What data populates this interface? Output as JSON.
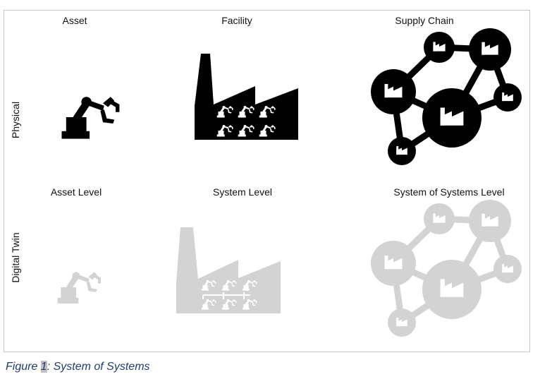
{
  "figure": {
    "columns": {
      "physical": [
        "Asset",
        "Facility",
        "Supply Chain"
      ],
      "digital": [
        "Asset Level",
        "System Level",
        "System of Systems Level"
      ]
    },
    "rows": [
      "Physical",
      "Digital Twin"
    ],
    "colors": {
      "physical": "#000000",
      "digital": "#d3d3d3",
      "caption": "#1f3d73"
    }
  },
  "caption": {
    "prefix": "Figure ",
    "number": "1",
    "text": ": System of Systems"
  }
}
